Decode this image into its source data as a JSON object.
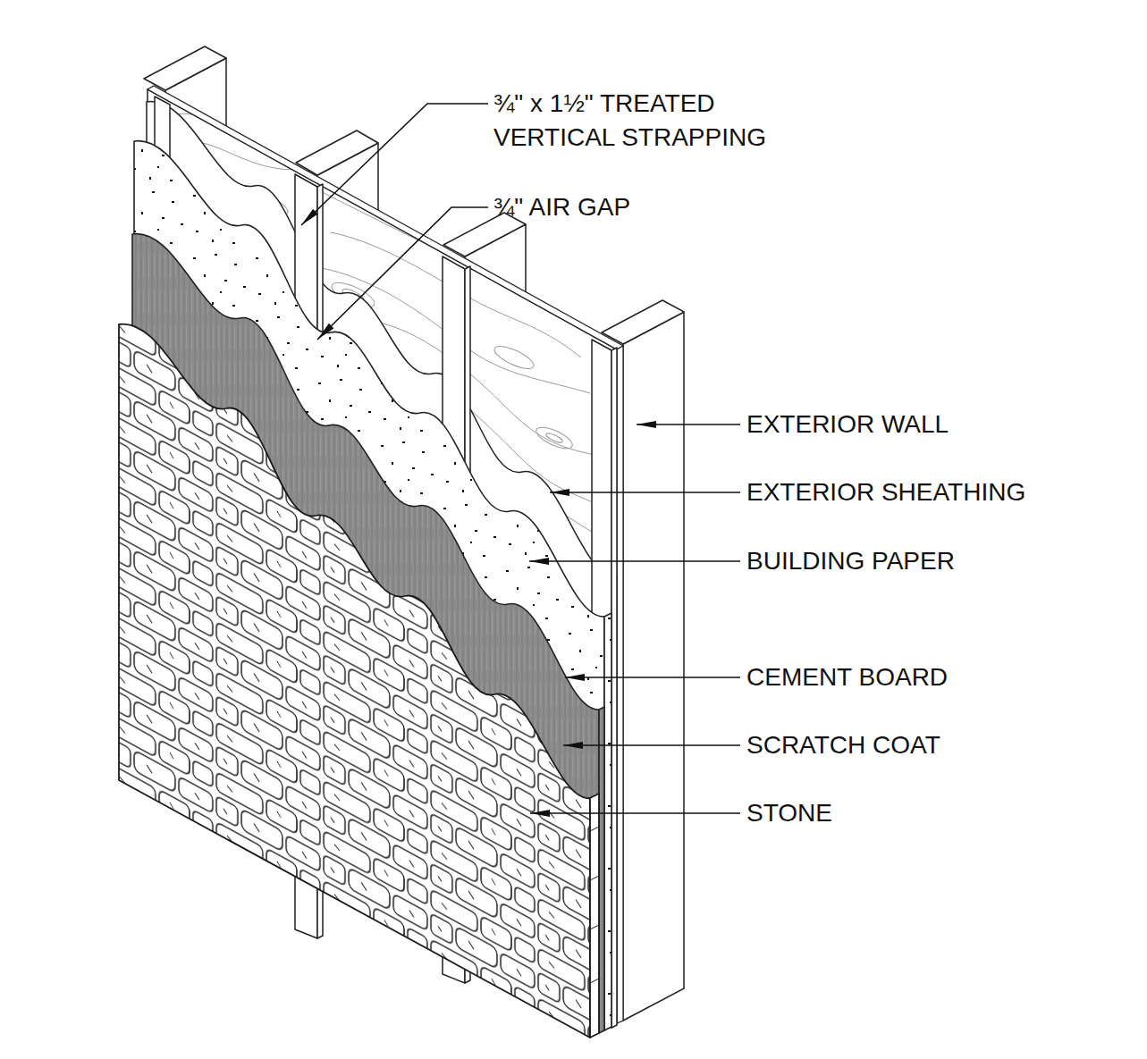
{
  "diagram": {
    "labels": [
      "¾\" x 1½\" TREATED VERTICAL STRAPPING",
      "¾\" AIR GAP",
      "EXTERIOR WALL",
      "EXTERIOR SHEATHING",
      "BUILDING PAPER",
      "CEMENT BOARD",
      "SCRATCH COAT",
      "STONE"
    ]
  }
}
